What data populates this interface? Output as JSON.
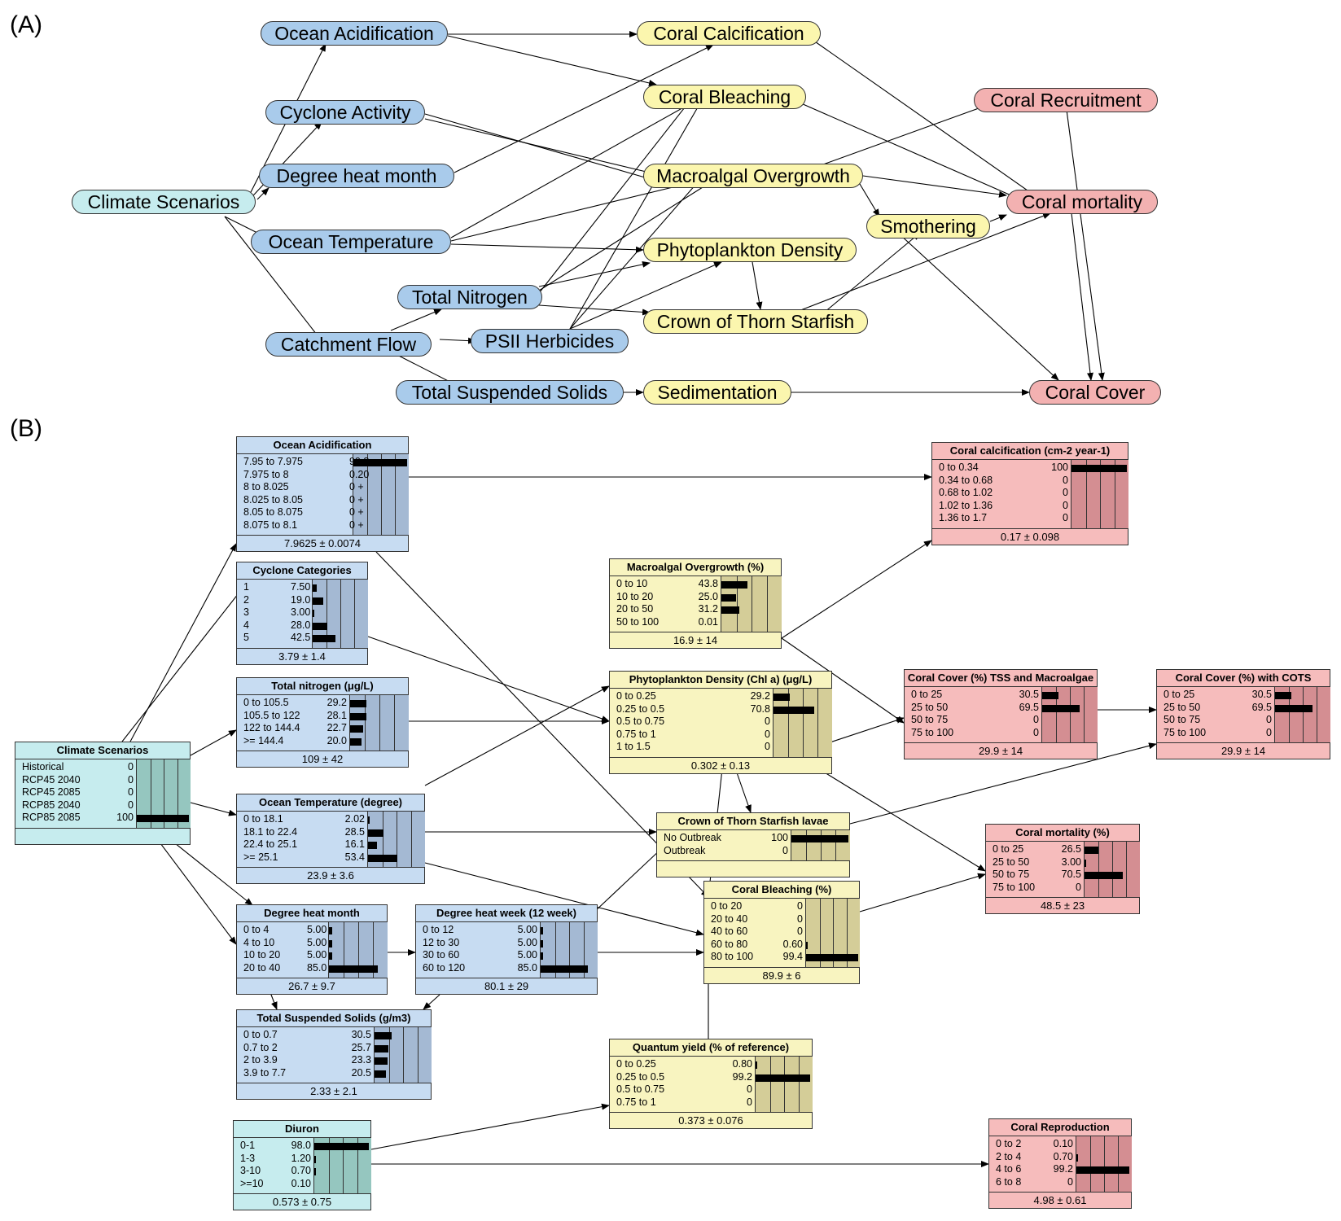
{
  "labels": {
    "panel_a": "(A)",
    "panel_b": "(B)"
  },
  "panel_a": {
    "nodes": {
      "ocean_acidification": "Ocean Acidification",
      "coral_calcification": "Coral Calcification",
      "cyclone_activity": "Cyclone Activity",
      "coral_bleaching": "Coral Bleaching",
      "coral_recruitment": "Coral Recruitment",
      "degree_heat_month": "Degree heat month",
      "macroalgal_overgrowth": "Macroalgal Overgrowth",
      "climate_scenarios": "Climate Scenarios",
      "coral_mortality": "Coral mortality",
      "ocean_temperature": "Ocean Temperature",
      "smothering": "Smothering",
      "phytoplankton_density": "Phytoplankton Density",
      "total_nitrogen": "Total Nitrogen",
      "crown_of_thorn": "Crown of Thorn Starfish",
      "catchment_flow": "Catchment Flow",
      "psii_herbicides": "PSII Herbicides",
      "total_suspended_solids": "Total Suspended Solids",
      "sedimentation": "Sedimentation",
      "coral_cover": "Coral Cover"
    }
  },
  "panel_b": {
    "nodes": [
      {
        "id": "oa",
        "title": "Ocean Acidification",
        "color": "blue",
        "footer": "7.9625 ± 0.0074",
        "rows": [
          {
            "label": "7.95 to 7.975",
            "value": "99.8",
            "p": 99.8
          },
          {
            "label": "7.975 to 8",
            "value": "0.20",
            "p": 0.2
          },
          {
            "label": "8 to 8.025",
            "value": "0 +",
            "p": 0
          },
          {
            "label": "8.025 to 8.05",
            "value": "0 +",
            "p": 0
          },
          {
            "label": "8.05 to 8.075",
            "value": "0 +",
            "p": 0
          },
          {
            "label": "8.075 to 8.1",
            "value": "0 +",
            "p": 0
          }
        ]
      },
      {
        "id": "cc",
        "title": "Cyclone Categories",
        "color": "blue",
        "footer": "3.79 ± 1.4",
        "rows": [
          {
            "label": "1",
            "value": "7.50",
            "p": 7.5
          },
          {
            "label": "2",
            "value": "19.0",
            "p": 19
          },
          {
            "label": "3",
            "value": "3.00",
            "p": 3
          },
          {
            "label": "4",
            "value": "28.0",
            "p": 28
          },
          {
            "label": "5",
            "value": "42.5",
            "p": 42.5
          }
        ]
      },
      {
        "id": "tn",
        "title": "Total nitrogen (μg/L)",
        "color": "blue",
        "footer": "109 ± 42",
        "rows": [
          {
            "label": "0 to 105.5",
            "value": "29.2",
            "p": 29.2
          },
          {
            "label": "105.5 to 122",
            "value": "28.1",
            "p": 28.1
          },
          {
            "label": "122 to 144.4",
            "value": "22.7",
            "p": 22.7
          },
          {
            "label": ">= 144.4",
            "value": "20.0",
            "p": 20
          }
        ]
      },
      {
        "id": "cs",
        "title": "Climate Scenarios",
        "color": "cyan",
        "footer": "",
        "rows": [
          {
            "label": "Historical",
            "value": "0",
            "p": 0
          },
          {
            "label": "RCP45 2040",
            "value": "0",
            "p": 0
          },
          {
            "label": "RCP45 2085",
            "value": "0",
            "p": 0
          },
          {
            "label": "RCP85 2040",
            "value": "0",
            "p": 0
          },
          {
            "label": "RCP85 2085",
            "value": "100",
            "p": 100
          }
        ]
      },
      {
        "id": "ot",
        "title": "Ocean Temperature (degree)",
        "color": "blue",
        "footer": "23.9 ± 3.6",
        "rows": [
          {
            "label": "0 to 18.1",
            "value": "2.02",
            "p": 2.02
          },
          {
            "label": "18.1 to 22.4",
            "value": "28.5",
            "p": 28.5
          },
          {
            "label": "22.4 to 25.1",
            "value": "16.1",
            "p": 16.1
          },
          {
            "label": ">= 25.1",
            "value": "53.4",
            "p": 53.4
          }
        ]
      },
      {
        "id": "dhm",
        "title": "Degree heat month",
        "color": "blue",
        "footer": "26.7 ± 9.7",
        "rows": [
          {
            "label": "0 to 4",
            "value": "5.00",
            "p": 5
          },
          {
            "label": "4 to 10",
            "value": "5.00",
            "p": 5
          },
          {
            "label": "10 to 20",
            "value": "5.00",
            "p": 5
          },
          {
            "label": "20 to 40",
            "value": "85.0",
            "p": 85
          }
        ]
      },
      {
        "id": "dhw",
        "title": "Degree heat week (12 week)",
        "color": "blue",
        "footer": "80.1 ± 29",
        "rows": [
          {
            "label": "0 to 12",
            "value": "5.00",
            "p": 5
          },
          {
            "label": "12 to 30",
            "value": "5.00",
            "p": 5
          },
          {
            "label": "30 to 60",
            "value": "5.00",
            "p": 5
          },
          {
            "label": "60 to 120",
            "value": "85.0",
            "p": 85
          }
        ]
      },
      {
        "id": "tss",
        "title": "Total Suspended Solids (g/m3)",
        "color": "blue",
        "footer": "2.33 ± 2.1",
        "rows": [
          {
            "label": "0 to 0.7",
            "value": "30.5",
            "p": 30.5
          },
          {
            "label": "0.7 to 2",
            "value": "25.7",
            "p": 25.7
          },
          {
            "label": "2 to 3.9",
            "value": "23.3",
            "p": 23.3
          },
          {
            "label": "3.9 to 7.7",
            "value": "20.5",
            "p": 20.5
          }
        ]
      },
      {
        "id": "diu",
        "title": "Diuron",
        "color": "cyan",
        "footer": "0.573 ± 0.75",
        "rows": [
          {
            "label": "0-1",
            "value": "98.0",
            "p": 98
          },
          {
            "label": "1-3",
            "value": "1.20",
            "p": 1.2
          },
          {
            "label": "3-10",
            "value": "0.70",
            "p": 0.7
          },
          {
            "label": ">=10",
            "value": "0.10",
            "p": 0.1
          }
        ]
      },
      {
        "id": "mo",
        "title": "Macroalgal Overgrowth (%)",
        "color": "yellow",
        "footer": "16.9 ± 14",
        "rows": [
          {
            "label": "0 to 10",
            "value": "43.8",
            "p": 43.8
          },
          {
            "label": "10 to 20",
            "value": "25.0",
            "p": 25
          },
          {
            "label": "20 to 50",
            "value": "31.2",
            "p": 31.2
          },
          {
            "label": "50 to 100",
            "value": "0.01",
            "p": 0.01
          }
        ]
      },
      {
        "id": "pd",
        "title": "Phytoplankton Density (Chl a) (μg/L)",
        "color": "yellow",
        "footer": "0.302 ± 0.13",
        "rows": [
          {
            "label": "0 to 0.25",
            "value": "29.2",
            "p": 29.2
          },
          {
            "label": "0.25 to 0.5",
            "value": "70.8",
            "p": 70.8
          },
          {
            "label": "0.5 to 0.75",
            "value": "0",
            "p": 0
          },
          {
            "label": "0.75 to 1",
            "value": "0",
            "p": 0
          },
          {
            "label": "1 to 1.5",
            "value": "0",
            "p": 0
          }
        ]
      },
      {
        "id": "cots",
        "title": "Crown of Thorn Starfish lavae",
        "color": "yellow",
        "footer": "",
        "rows": [
          {
            "label": "No Outbreak",
            "value": "100",
            "p": 100
          },
          {
            "label": "Outbreak",
            "value": "0",
            "p": 0
          }
        ]
      },
      {
        "id": "cb",
        "title": "Coral Bleaching (%)",
        "color": "yellow",
        "footer": "89.9 ± 6",
        "rows": [
          {
            "label": "0 to 20",
            "value": "0",
            "p": 0
          },
          {
            "label": "20 to 40",
            "value": "0",
            "p": 0
          },
          {
            "label": "40 to 60",
            "value": "0",
            "p": 0
          },
          {
            "label": "60 to 80",
            "value": "0.60",
            "p": 0.6
          },
          {
            "label": "80 to 100",
            "value": "99.4",
            "p": 99.4
          }
        ]
      },
      {
        "id": "qy",
        "title": "Quantum yield (% of reference)",
        "color": "yellow",
        "footer": "0.373 ± 0.076",
        "rows": [
          {
            "label": "0 to 0.25",
            "value": "0.80",
            "p": 0.8
          },
          {
            "label": "0.25 to 0.5",
            "value": "99.2",
            "p": 99.2
          },
          {
            "label": "0.5 to 0.75",
            "value": "0",
            "p": 0
          },
          {
            "label": "0.75 to 1",
            "value": "0",
            "p": 0
          }
        ]
      },
      {
        "id": "ccal",
        "title": "Coral calcification (cm-2 year-1)",
        "color": "red",
        "footer": "0.17 ± 0.098",
        "rows": [
          {
            "label": "0 to 0.34",
            "value": "100",
            "p": 100
          },
          {
            "label": "0.34 to 0.68",
            "value": "0",
            "p": 0
          },
          {
            "label": "0.68 to 1.02",
            "value": "0",
            "p": 0
          },
          {
            "label": "1.02 to 1.36",
            "value": "0",
            "p": 0
          },
          {
            "label": "1.36 to 1.7",
            "value": "0",
            "p": 0
          }
        ]
      },
      {
        "id": "cctss",
        "title": "Coral Cover (%) TSS and Macroalgae",
        "color": "red",
        "footer": "29.9 ± 14",
        "rows": [
          {
            "label": "0 to 25",
            "value": "30.5",
            "p": 30.5
          },
          {
            "label": "25 to 50",
            "value": "69.5",
            "p": 69.5
          },
          {
            "label": "50 to 75",
            "value": "0",
            "p": 0
          },
          {
            "label": "75 to 100",
            "value": "0",
            "p": 0
          }
        ]
      },
      {
        "id": "cccots",
        "title": "Coral Cover (%) with COTS",
        "color": "red",
        "footer": "29.9 ± 14",
        "rows": [
          {
            "label": "0 to 25",
            "value": "30.5",
            "p": 30.5
          },
          {
            "label": "25 to 50",
            "value": "69.5",
            "p": 69.5
          },
          {
            "label": "50 to 75",
            "value": "0",
            "p": 0
          },
          {
            "label": "75 to 100",
            "value": "0",
            "p": 0
          }
        ]
      },
      {
        "id": "cm",
        "title": "Coral mortality (%)",
        "color": "red",
        "footer": "48.5 ± 23",
        "rows": [
          {
            "label": "0 to 25",
            "value": "26.5",
            "p": 26.5
          },
          {
            "label": "25 to 50",
            "value": "3.00",
            "p": 3
          },
          {
            "label": "50 to 75",
            "value": "70.5",
            "p": 70.5
          },
          {
            "label": "75 to 100",
            "value": "0",
            "p": 0
          }
        ]
      },
      {
        "id": "cr",
        "title": "Coral Reproduction",
        "color": "red",
        "footer": "4.98 ± 0.61",
        "rows": [
          {
            "label": "0 to 2",
            "value": "0.10",
            "p": 0.1
          },
          {
            "label": "2 to 4",
            "value": "0.70",
            "p": 0.7
          },
          {
            "label": "4 to 6",
            "value": "99.2",
            "p": 99.2
          },
          {
            "label": "6 to 8",
            "value": "0",
            "p": 0
          }
        ]
      }
    ]
  }
}
